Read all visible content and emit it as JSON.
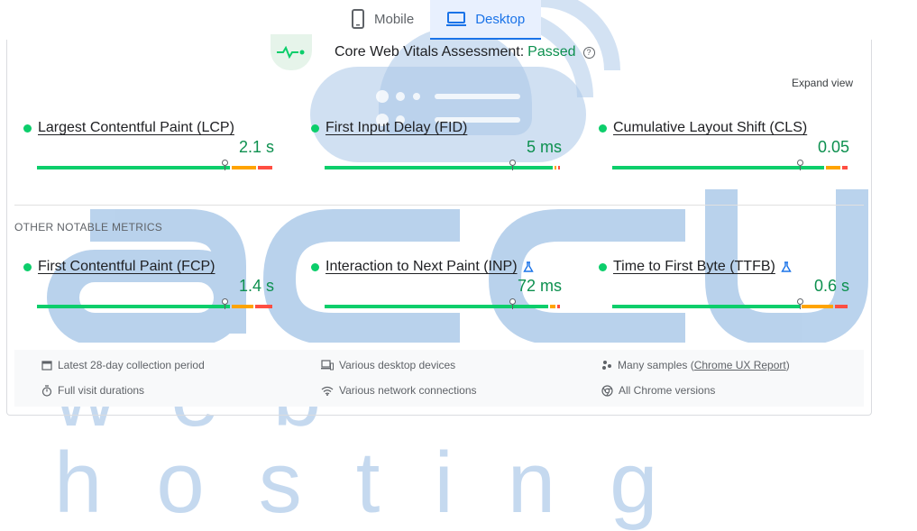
{
  "tabs": [
    {
      "label": "Mobile",
      "icon": "phone-icon",
      "active": false
    },
    {
      "label": "Desktop",
      "icon": "laptop-icon",
      "active": true
    }
  ],
  "assessment": {
    "title": "Core Web Vitals Assessment:",
    "status": "Passed",
    "status_color": "#0d904f"
  },
  "expand_view": "Expand view",
  "core_metrics": [
    {
      "name": "Largest Contentful Paint (LCP)",
      "value": "2.1 s",
      "experimental": false,
      "distribution": [
        0.82,
        0.11,
        0.07
      ],
      "marker": 0.79
    },
    {
      "name": "First Input Delay (FID)",
      "value": "5 ms",
      "experimental": false,
      "distribution": [
        0.97,
        0.015,
        0.015
      ],
      "marker": 0.79
    },
    {
      "name": "Cumulative Layout Shift (CLS)",
      "value": "0.05",
      "experimental": false,
      "distribution": [
        0.9,
        0.07,
        0.03
      ],
      "marker": 0.79
    }
  ],
  "other_label": "OTHER NOTABLE METRICS",
  "other_metrics": [
    {
      "name": "First Contentful Paint (FCP)",
      "value": "1.4 s",
      "experimental": false,
      "distribution": [
        0.82,
        0.1,
        0.08
      ],
      "marker": 0.79
    },
    {
      "name": "Interaction to Next Paint (INP)",
      "value": "72 ms",
      "experimental": true,
      "distribution": [
        0.95,
        0.03,
        0.02
      ],
      "marker": 0.79
    },
    {
      "name": "Time to First Byte (TTFB)",
      "value": "0.6 s",
      "experimental": true,
      "distribution": [
        0.8,
        0.14,
        0.06
      ],
      "marker": 0.79
    }
  ],
  "footer": {
    "period": "Latest 28-day collection period",
    "devices": "Various desktop devices",
    "samples_prefix": "Many samples (",
    "samples_link": "Chrome UX Report",
    "samples_suffix": ")",
    "durations": "Full visit durations",
    "network": "Various network connections",
    "versions": "All Chrome versions"
  },
  "colors": {
    "good": "#0cce6b",
    "average": "#ffa400",
    "poor": "#ff4e42",
    "accent": "#1a73e8"
  }
}
